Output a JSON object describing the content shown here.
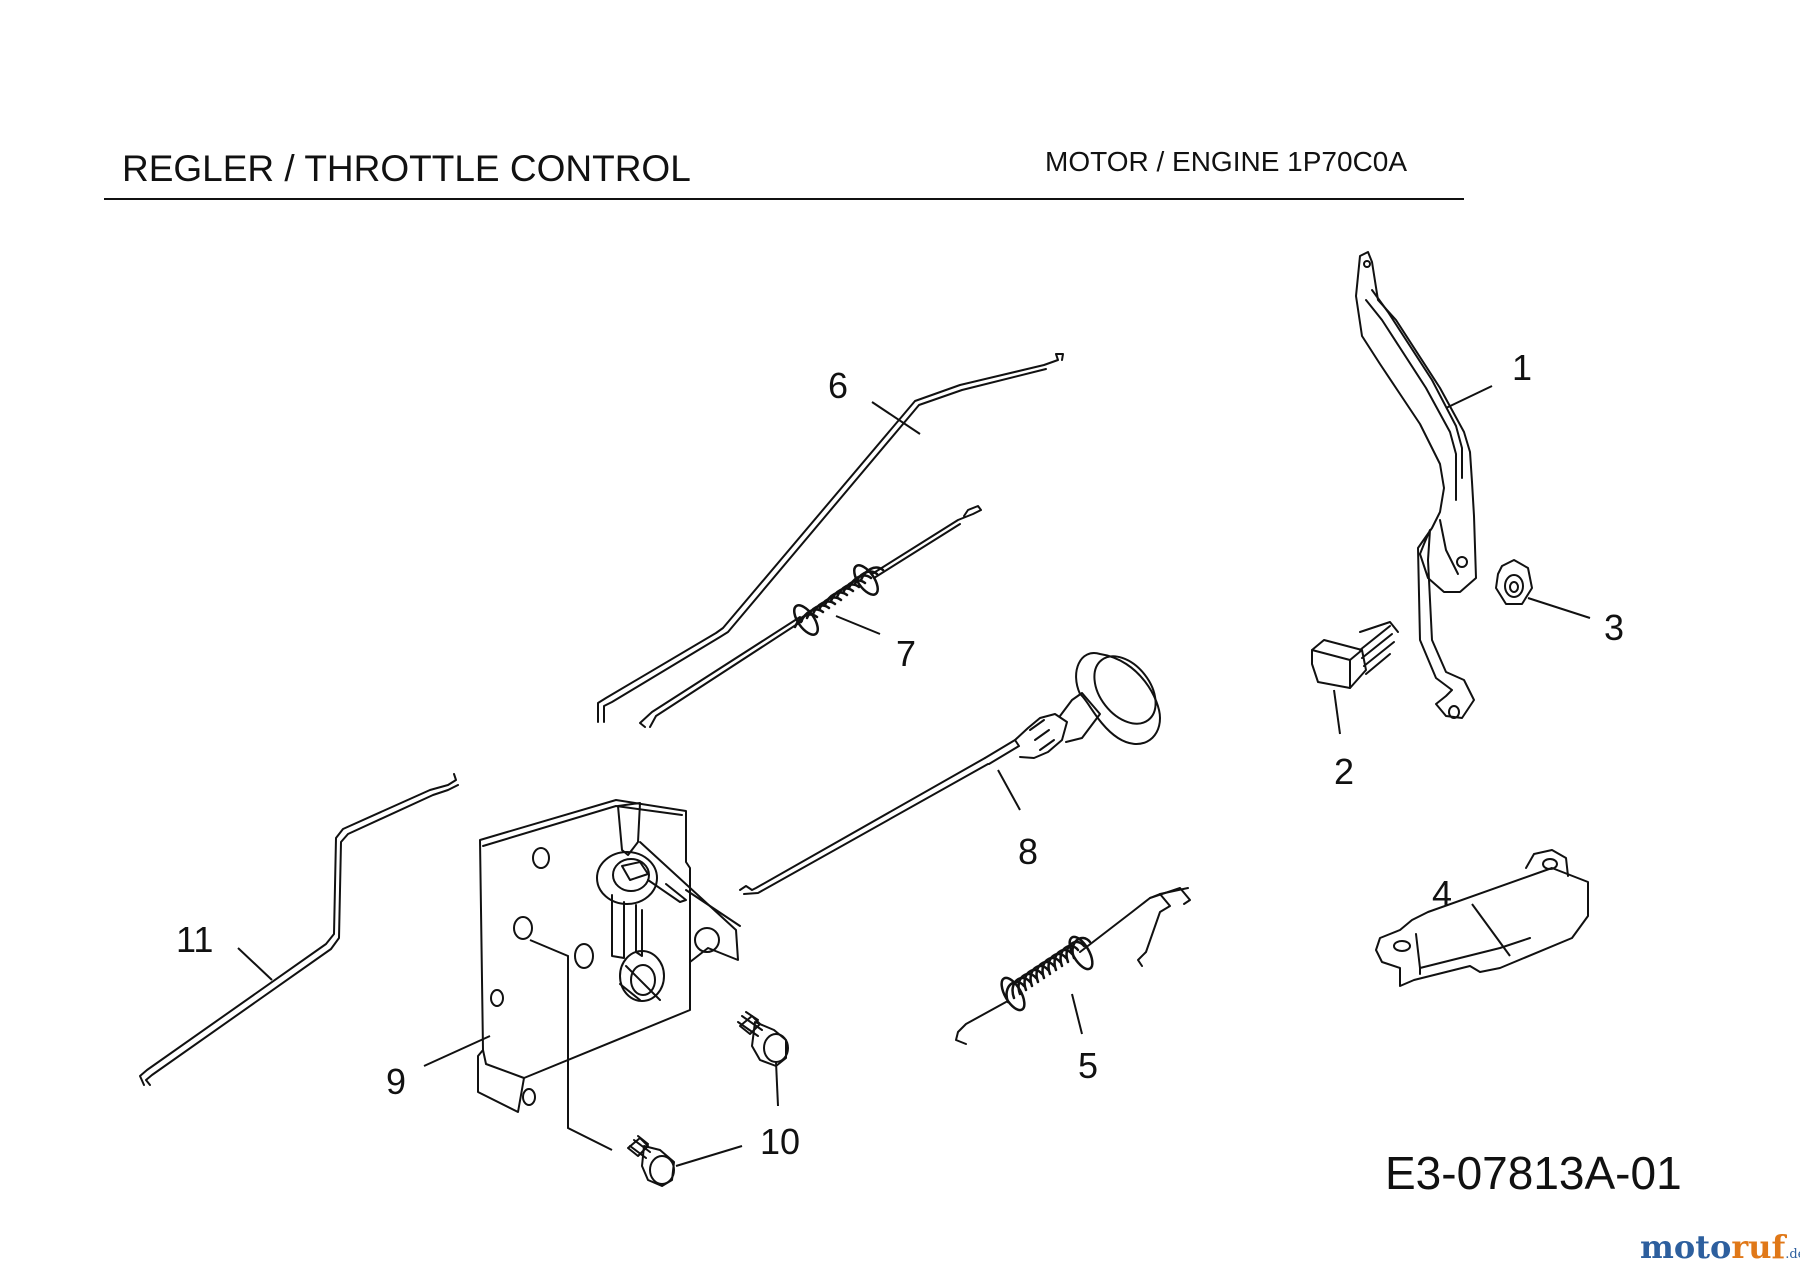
{
  "header": {
    "title": "REGLER /  THROTTLE CONTROL",
    "engine": "MOTOR / ENGINE   1P70C0A"
  },
  "diagram_code": "E3-07813A-01",
  "watermark": {
    "part1": "moto",
    "part2": "ruf",
    "suffix": ".de"
  },
  "callouts": [
    "1",
    "2",
    "3",
    "4",
    "5",
    "6",
    "7",
    "8",
    "9",
    "10",
    "11"
  ]
}
